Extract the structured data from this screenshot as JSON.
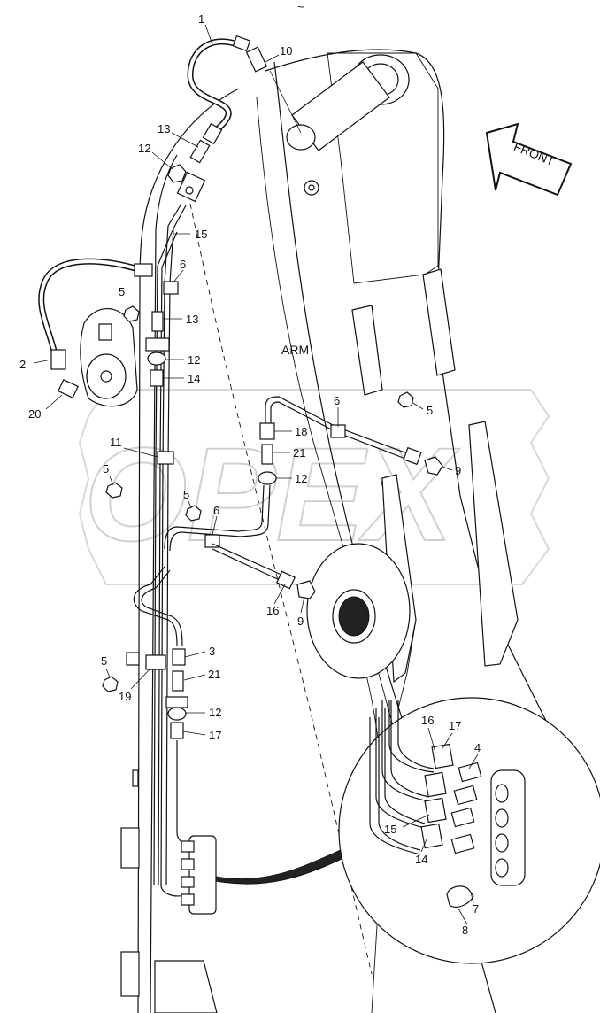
{
  "header_mark": "~",
  "arm_label": "ARM",
  "front_label": "FRONT",
  "watermark_text": "OPEX",
  "callouts": {
    "c1": "1",
    "c10": "10",
    "c13a": "13",
    "c12a": "12",
    "c15": "15",
    "c6a": "6",
    "c5a": "5",
    "c13b": "13",
    "c2": "2",
    "c12b": "12",
    "c14a": "14",
    "c20": "20",
    "c6b": "6",
    "c5b": "5",
    "c18": "18",
    "c11": "11",
    "c21a": "21",
    "c9a": "9",
    "c5c": "5",
    "c12c": "12",
    "c5d": "5",
    "c6c": "6",
    "c16a": "16",
    "c9b": "9",
    "c3": "3",
    "c5e": "5",
    "c21b": "21",
    "c19": "19",
    "c12d": "12",
    "c17a": "17",
    "c16b": "16",
    "c17b": "17",
    "c4": "4",
    "c15b": "15",
    "c14b": "14",
    "c7": "7",
    "c8": "8"
  }
}
